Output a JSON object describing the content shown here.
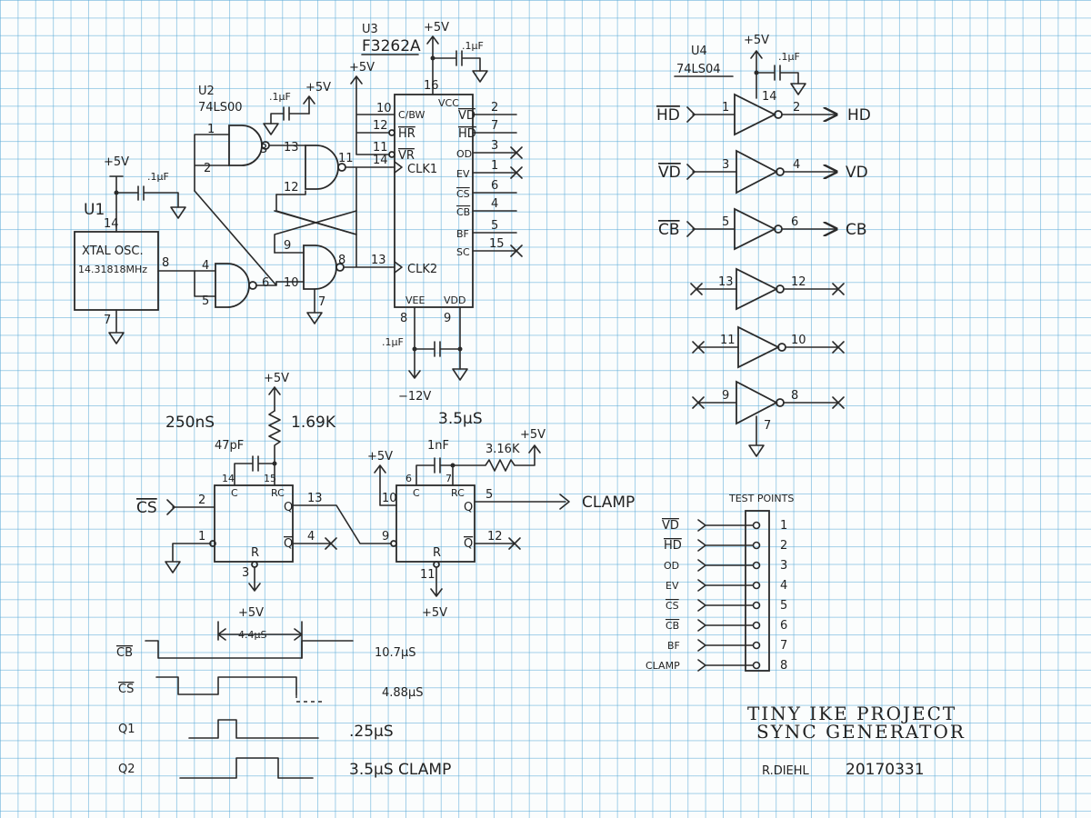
{
  "u1": {
    "ref": "U1",
    "line1": "XTAL OSC.",
    "line2": "14.31818MHz",
    "pin_vcc": "14",
    "pin_out": "8",
    "pin_gnd": "7",
    "vcc": "+5V",
    "cap": ".1μF"
  },
  "u2": {
    "ref": "U2",
    "part": "74LS00",
    "vcc": "+5V",
    "cap": ".1μF",
    "pins": [
      "1",
      "2",
      "3",
      "13",
      "12",
      "11",
      "9",
      "10",
      "8",
      "4",
      "5",
      "6",
      "7"
    ]
  },
  "u3": {
    "ref": "U3",
    "part": "F3262A",
    "vcc": "+5V",
    "cap": ".1μF",
    "vcc2": "+5V",
    "vee_supply": "−12V",
    "cap2": ".1μF",
    "pin_vcc": "16",
    "label_vcc": "VCC",
    "label_vee": "VEE",
    "label_vdd": "VDD",
    "pin_vee": "8",
    "pin_vdd": "9",
    "left_pins": [
      {
        "pin": "10",
        "name": "C/BW"
      },
      {
        "pin": "12",
        "name": "HR"
      },
      {
        "pin": "11",
        "name": "VR"
      },
      {
        "pin": "14",
        "name": "CLK1"
      },
      {
        "pin": "13",
        "name": "CLK2"
      }
    ],
    "right_pins": [
      {
        "pin": "2",
        "name": "VD"
      },
      {
        "pin": "7",
        "name": "HD"
      },
      {
        "pin": "3",
        "name": "OD"
      },
      {
        "pin": "1",
        "name": "EV"
      },
      {
        "pin": "6",
        "name": "CS"
      },
      {
        "pin": "4",
        "name": "CB"
      },
      {
        "pin": "5",
        "name": "BF"
      },
      {
        "pin": "15",
        "name": "SC"
      }
    ]
  },
  "u4": {
    "ref": "U4",
    "part": "74LS04",
    "vcc": "+5V",
    "cap": ".1μF",
    "pin_vcc": "14",
    "pin_gnd": "7",
    "inverters": [
      {
        "in_label": "HD",
        "in_pin": "1",
        "out_pin": "2",
        "out_label": "HD"
      },
      {
        "in_label": "VD",
        "in_pin": "3",
        "out_pin": "4",
        "out_label": "VD"
      },
      {
        "in_label": "CB",
        "in_pin": "5",
        "out_pin": "6",
        "out_label": "CB"
      },
      {
        "in_label": "",
        "in_pin": "13",
        "out_pin": "12",
        "out_label": ""
      },
      {
        "in_label": "",
        "in_pin": "11",
        "out_pin": "10",
        "out_label": ""
      },
      {
        "in_label": "",
        "in_pin": "9",
        "out_pin": "8",
        "out_label": ""
      }
    ]
  },
  "oneshot1": {
    "time": "250nS",
    "cap": "47pF",
    "res": "1.69K",
    "vcc": "+5V",
    "input": "CS",
    "pins": {
      "c": "14",
      "rc": "15",
      "a": "2",
      "b": "1",
      "q": "13",
      "qb": "4",
      "r": "3"
    },
    "labels": {
      "c": "C",
      "rc": "RC",
      "q": "Q",
      "qb": "Q",
      "r": "R"
    },
    "vcc_r": "+5V"
  },
  "oneshot2": {
    "time": "3.5μS",
    "cap": "1nF",
    "res": "3.16K",
    "vcc": "+5V",
    "vcc_a": "+5V",
    "output": "CLAMP",
    "pins": {
      "c": "6",
      "rc": "7",
      "a": "10",
      "b": "9",
      "q": "5",
      "qb": "12",
      "r": "11"
    },
    "labels": {
      "c": "C",
      "rc": "RC",
      "q": "Q",
      "qb": "Q",
      "r": "R"
    },
    "vcc_r": "+5V"
  },
  "timing": {
    "width": "4.4μS",
    "rows": [
      {
        "name": "CB",
        "note": "10.7μS"
      },
      {
        "name": "CS",
        "note": "4.88μS"
      },
      {
        "name": "Q1",
        "note": ".25μS"
      },
      {
        "name": "Q2",
        "note": "3.5μS  CLAMP"
      }
    ]
  },
  "test_points": {
    "title": "TEST POINTS",
    "items": [
      {
        "label": "VD",
        "num": "1"
      },
      {
        "label": "HD",
        "num": "2"
      },
      {
        "label": "OD",
        "num": "3"
      },
      {
        "label": "EV",
        "num": "4"
      },
      {
        "label": "CS",
        "num": "5"
      },
      {
        "label": "CB",
        "num": "6"
      },
      {
        "label": "BF",
        "num": "7"
      },
      {
        "label": "CLAMP",
        "num": "8"
      }
    ]
  },
  "title_block": {
    "line1": "TINY IKE PROJECT",
    "line2": "SYNC GENERATOR",
    "author": "R.DIEHL",
    "date": "20170331"
  }
}
